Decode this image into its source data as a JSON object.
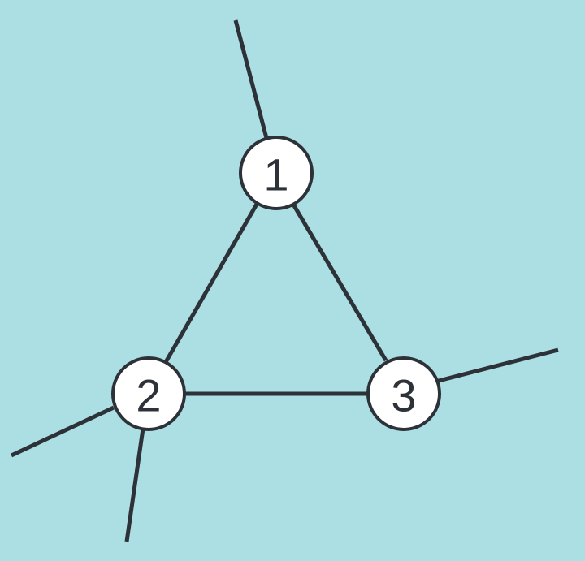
{
  "diagram": {
    "background_color": "#abdfe4",
    "line_color": "#2d3138",
    "node_fill": "#ffffff",
    "nodes": [
      {
        "id": "1",
        "label": "1"
      },
      {
        "id": "2",
        "label": "2"
      },
      {
        "id": "3",
        "label": "3"
      }
    ],
    "edges": [
      {
        "from": "1",
        "to": "2"
      },
      {
        "from": "1",
        "to": "3"
      },
      {
        "from": "2",
        "to": "3"
      }
    ],
    "dangling_edges": [
      {
        "node": "1",
        "count": 1
      },
      {
        "node": "2",
        "count": 2
      },
      {
        "node": "3",
        "count": 1
      }
    ]
  }
}
